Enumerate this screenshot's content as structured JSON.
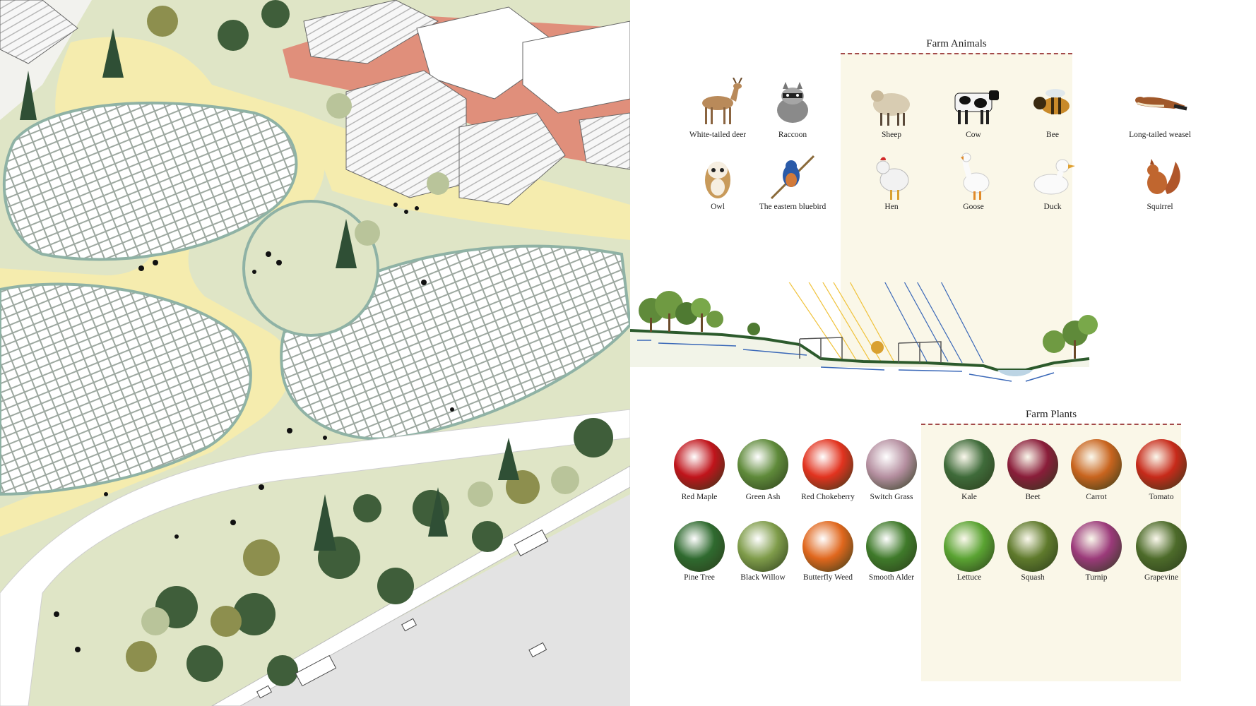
{
  "animals_title": "Farm Animals",
  "plants_title": "Farm Plants",
  "animals": [
    {
      "label": "White-tailed deer",
      "icon": "deer-icon"
    },
    {
      "label": "Raccoon",
      "icon": "raccoon-icon"
    },
    {
      "label": "Sheep",
      "icon": "sheep-icon"
    },
    {
      "label": "Cow",
      "icon": "cow-icon"
    },
    {
      "label": "Bee",
      "icon": "bee-icon"
    },
    {
      "label": "Long-tailed weasel",
      "icon": "weasel-icon"
    },
    {
      "label": "Owl",
      "icon": "owl-icon"
    },
    {
      "label": "The eastern bluebird",
      "icon": "bluebird-icon"
    },
    {
      "label": "Hen",
      "icon": "hen-icon"
    },
    {
      "label": "Goose",
      "icon": "goose-icon"
    },
    {
      "label": "Duck",
      "icon": "duck-icon"
    },
    {
      "label": "Squirrel",
      "icon": "squirrel-icon"
    }
  ],
  "plants": [
    {
      "label": "Red Maple",
      "color": "#c0141b"
    },
    {
      "label": "Green Ash",
      "color": "#5f8a3a"
    },
    {
      "label": "Red Chokeberry",
      "color": "#e2331f"
    },
    {
      "label": "Switch Grass",
      "color": "#b58fa0"
    },
    {
      "label": "Kale",
      "color": "#3f6b3a"
    },
    {
      "label": "Beet",
      "color": "#8a1d3a"
    },
    {
      "label": "Carrot",
      "color": "#c8641e"
    },
    {
      "label": "Tomato",
      "color": "#c72a1a"
    },
    {
      "label": "Pine Tree",
      "color": "#2f6a2f"
    },
    {
      "label": "Black Willow",
      "color": "#7f9c4a"
    },
    {
      "label": "Butterfly Weed",
      "color": "#e0671d"
    },
    {
      "label": "Smooth Alder",
      "color": "#3f7a2a"
    },
    {
      "label": "Lettuce",
      "color": "#5aa332"
    },
    {
      "label": "Squash",
      "color": "#5f7a2c"
    },
    {
      "label": "Turnip",
      "color": "#9b3a7a"
    },
    {
      "label": "Grapevine",
      "color": "#4d6b2a"
    }
  ],
  "colors": {
    "panel_bg": "#faf7e8",
    "dash": "#a34a4a",
    "grass": "#dfe5c6",
    "path": "#f5ecae",
    "buildings_accent": "#e08f7b",
    "solar": "#ffffff",
    "road": "#e3e3e3"
  }
}
